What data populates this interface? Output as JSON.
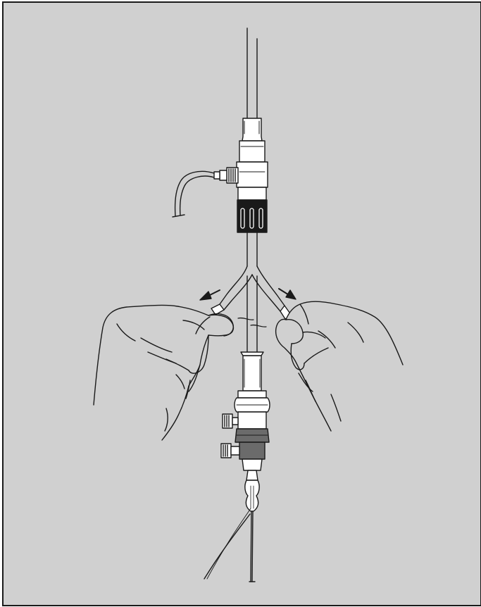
{
  "figure": {
    "colors": {
      "page": "#ffffff",
      "panel": "#d0d0d0",
      "border": "#1a1a1a",
      "line": "#1a1a1a",
      "part_white": "#ffffff",
      "part_black": "#1a1a1a",
      "part_dark_gray": "#6b6b6b",
      "arrow": "#1a1a1a"
    },
    "parts": [
      "guidewire",
      "upper-valve",
      "side-port-tube",
      "black-hub",
      "peel-away-sheath",
      "tear-tabs",
      "lower-valve",
      "dilator-tip",
      "left-hand",
      "right-hand",
      "pull-arrows"
    ],
    "text": []
  }
}
